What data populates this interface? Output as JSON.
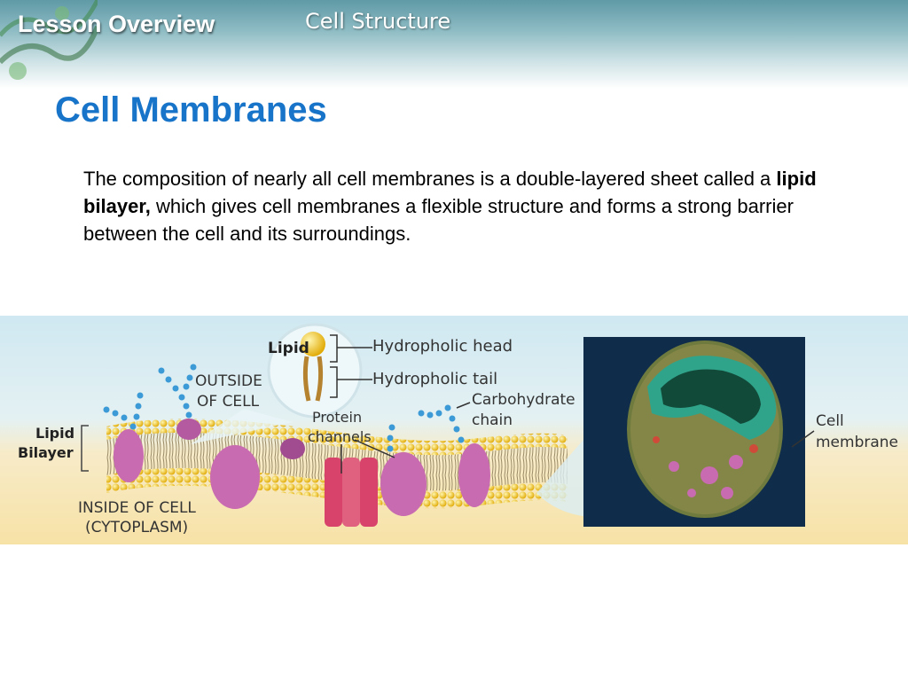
{
  "header": {
    "lesson_label": "Lesson Overview",
    "section_label": "Cell Structure"
  },
  "main": {
    "title": "Cell Membranes",
    "paragraph": {
      "before": "The composition of nearly all cell membranes is a double-layered sheet called a ",
      "bold": "lipid bilayer,",
      "after": " which gives cell membranes a flexible structure and forms a strong barrier between the cell and its surroundings."
    }
  },
  "figure": {
    "labels": {
      "lipid": "Lipid",
      "hydrophilic_head": "Hydropholic head",
      "hydrophilic_tail": "Hydropholic tail",
      "outside_line1": "OUTSIDE",
      "outside_line2": "OF CELL",
      "carbohydrate_line1": "Carbohydrate",
      "carbohydrate_line2": "chain",
      "protein_line1": "Protein",
      "protein_line2": "channels",
      "lipid_bilayer_line1": "Lipid",
      "lipid_bilayer_line2": "Bilayer",
      "inside_line1": "INSIDE OF CELL",
      "inside_line2": "(CYTOPLASM)",
      "cell_membrane_line1": "Cell",
      "cell_membrane_line2": "membrane"
    },
    "colors": {
      "outside_bg": "#cfe8f1",
      "inside_bg": "#f7e7b8",
      "lipid_head": "#f1c40f",
      "protein": "#c86bb0",
      "channel_protein": "#d8436c",
      "carbohydrate": "#3c9ad6",
      "micrograph_bg": "#0f2d4a",
      "nucleus": "#1f6b52"
    }
  }
}
